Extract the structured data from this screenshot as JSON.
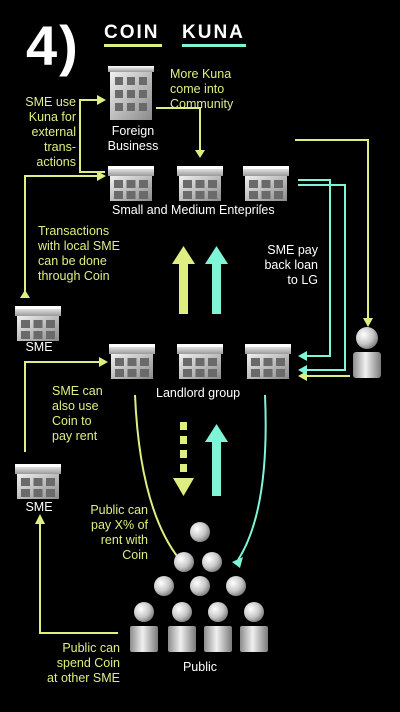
{
  "heading": {
    "step": "4)",
    "legend_coin": "COIN",
    "legend_kuna": "KUNA"
  },
  "colors": {
    "coin": "#dfee82",
    "kuna": "#7ff5d8",
    "background": "#000000",
    "building": "#cfcfcf"
  },
  "icons": {
    "building": "shop-building-icon",
    "person": "person-icon"
  },
  "labels": {
    "foreign_business": "Foreign\nBusiness",
    "sme_group": "Small and Medium Entepriſes",
    "sme_top": "SME",
    "sme_bottom": "SME",
    "landlord_group": "Landlord group",
    "public": "Public"
  },
  "notes": {
    "more_kuna": "More Kuna\ncome into\nCommunity",
    "sme_use_kuna": "SME use\nKuna for\nexternal\ntrans-\nactions",
    "transactions_local": "Transactions\nwith local SME\ncan be done\nthrough Coin",
    "sme_pay_back": "SME pay\nback loan\nto LG",
    "sme_can_use_coin": "SME can\nalso use\nCoin to\npay rent",
    "public_pay_rent": "Public can\npay X% of\nrent with\nCoin",
    "public_spend": "Public can\nspend Coin\nat other SME"
  }
}
